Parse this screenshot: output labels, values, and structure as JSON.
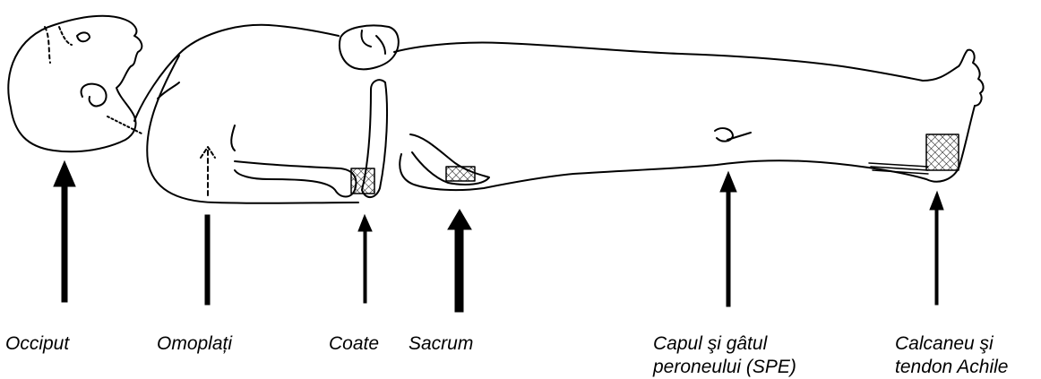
{
  "labels": {
    "occiput": "Occiput",
    "omoplati": "Omoplați",
    "coate": "Coate",
    "sacrum": "Sacrum",
    "peroneu_line1": "Capul şi gâtul",
    "peroneu_line2": "peroneului (SPE)",
    "calcaneu_line1": "Calcaneu şi",
    "calcaneu_line2": "tendon Achile"
  },
  "colors": {
    "ink": "#000000",
    "background": "#ffffff"
  }
}
